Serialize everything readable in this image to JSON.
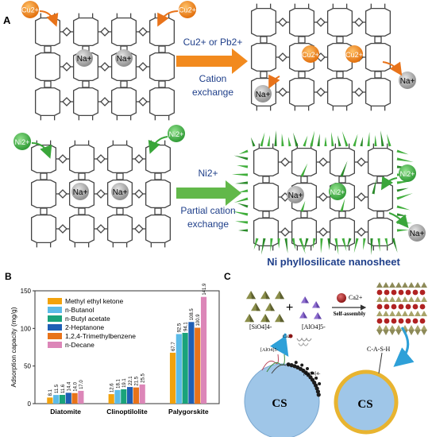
{
  "panel_a": {
    "label": "A",
    "row1": {
      "ions_left": [
        "Cu2+",
        "Cu2+"
      ],
      "cations_in_framework": [
        "Na+",
        "Na+"
      ],
      "arrow_top": "Cu2+ or Pb2+",
      "arrow_bottom_1": "Cation",
      "arrow_bottom_2": "exchange",
      "ions_right_inside": [
        "Cu2+",
        "Cu2+"
      ],
      "ions_right_out": [
        "Na+",
        "Na+"
      ]
    },
    "row2": {
      "ions_left": [
        "Ni2+",
        "Ni2+"
      ],
      "cations_in_framework": [
        "Na+",
        "Na+"
      ],
      "arrow_top": "Ni2+",
      "arrow_bottom_1": "Partial cation",
      "arrow_bottom_2": "exchange",
      "inside": [
        "Na+",
        "Ni2+"
      ],
      "out": [
        "Ni2+",
        "Na+"
      ],
      "caption": "Ni phyllosilicate nanosheet"
    }
  },
  "panel_b": {
    "label": "B",
    "chart_data": {
      "type": "bar",
      "ylabel": "Adsorption capacity (mg/g)",
      "ylim": [
        0,
        150
      ],
      "yticks": [
        0,
        50,
        100,
        150
      ],
      "categories": [
        "Diatomite",
        "Clinoptilolite",
        "Palygorskite"
      ],
      "legend_position": "top-left",
      "series": [
        {
          "name": "Methyl ethyl ketone",
          "color": "#f2a20d",
          "values": [
            8.1,
            12.6,
            67.7
          ]
        },
        {
          "name": "n-Butanol",
          "color": "#5bbbe8",
          "values": [
            11.5,
            18.1,
            92.5
          ]
        },
        {
          "name": "n-Butyl acetate",
          "color": "#1aa37a",
          "values": [
            11.6,
            19.1,
            94.1
          ]
        },
        {
          "name": "2-Heptanone",
          "color": "#1f5fb5",
          "values": [
            14.4,
            22.1,
            108.5
          ]
        },
        {
          "name": "1,2,4-Trimethylbenzene",
          "color": "#e8731a",
          "values": [
            14.0,
            21.5,
            100.9
          ]
        },
        {
          "name": "n-Decane",
          "color": "#dc86b8",
          "values": [
            17.0,
            25.5,
            141.9
          ]
        }
      ]
    }
  },
  "panel_c": {
    "label": "C",
    "sio4": "[SiO4]4-",
    "alo4": "[AlO4]5-",
    "plus": "+",
    "ca": "Ca2+",
    "self_assembly": "Self-assembly",
    "alo4_small": "[AlO4]5-",
    "sio4_small": "[SiO4]4-",
    "ca_small": "Ca2+",
    "cs_left": "CS",
    "cs_right": "CS",
    "cash": "C-A-S-H"
  }
}
